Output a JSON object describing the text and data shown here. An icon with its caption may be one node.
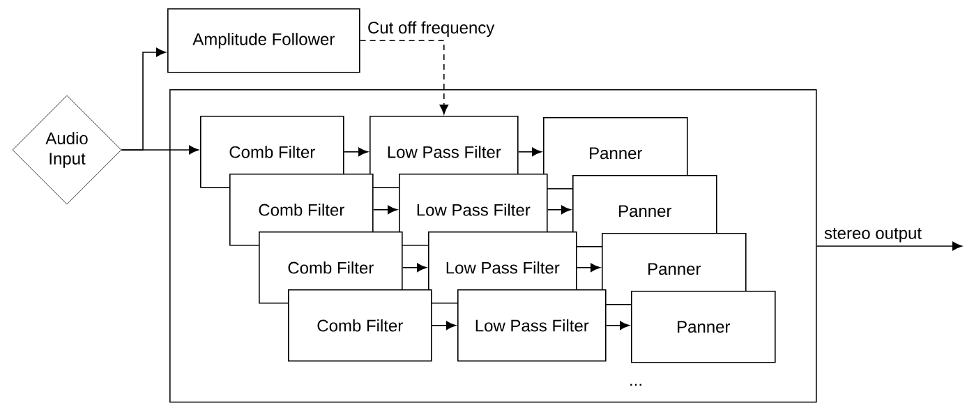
{
  "diagram": {
    "nodes": [
      {
        "text": [
          "Amplitude Follower"
        ]
      },
      {
        "text": [
          "Audio Input"
        ]
      },
      {
        "text": [],
        "shape": "box"
      },
      {
        "text": [
          "Comb Filter"
        ],
        "in": 2
      },
      {
        "text": [
          "Low Pass Filter"
        ],
        "in": 2
      },
      {
        "text": [
          "Panner"
        ],
        "in": 2
      },
      {
        "text": [
          "Comb Filter"
        ],
        "in": 2
      },
      {
        "text": [
          "Low Pass Filter"
        ],
        "in": 2
      },
      {
        "text": [
          "Panner"
        ],
        "in": 2
      },
      {
        "text": [
          "Comb Filter"
        ],
        "in": 2
      },
      {
        "text": [
          "Low Pass Filter"
        ],
        "in": 2
      },
      {
        "text": [
          "Panner"
        ],
        "in": 2
      },
      {
        "text": [
          "Comb Filter"
        ],
        "in": 2
      },
      {
        "text": [
          "Low Pass Filter"
        ],
        "in": 2
      },
      {
        "text": [
          "Panner"
        ],
        "in": 2
      }
    ],
    "edges": [
      {
        "from": 1,
        "to": 0,
        "arrow": "to"
      },
      {
        "from": 1,
        "to": 3,
        "arrow": "to"
      },
      {
        "from": 0,
        "to": 4,
        "arrow": "to",
        "style": "dashed",
        "label": "Cut off frequency"
      },
      {
        "from": 3,
        "to": 4,
        "arrow": "to"
      },
      {
        "from": 4,
        "to": 5,
        "arrow": "to"
      },
      {
        "from": 6,
        "to": 7,
        "arrow": "to"
      },
      {
        "from": 7,
        "to": 8,
        "arrow": "to"
      },
      {
        "from": 9,
        "to": 10,
        "arrow": "to"
      },
      {
        "from": 10,
        "to": 11,
        "arrow": "to"
      },
      {
        "from": 12,
        "to": 13,
        "arrow": "to"
      },
      {
        "from": 13,
        "to": 14,
        "arrow": "to"
      },
      {
        "from": 2,
        "to": null,
        "arrow": "to",
        "label": "stereo output"
      }
    ],
    "labels": [
      "..."
    ]
  }
}
